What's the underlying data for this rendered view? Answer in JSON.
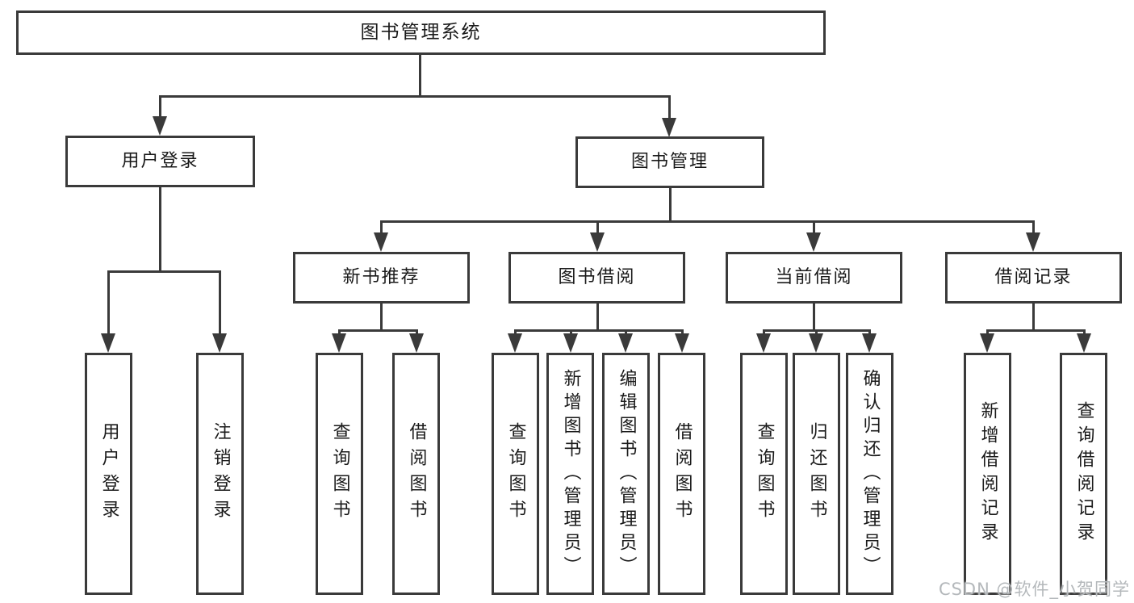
{
  "tree": {
    "root": {
      "label": "图书管理系统",
      "children": [
        {
          "label": "用户登录",
          "children": [
            {
              "label": "用户登录"
            },
            {
              "label": "注销登录"
            }
          ]
        },
        {
          "label": "图书管理",
          "children": [
            {
              "label": "新书推荐",
              "children": [
                {
                  "label": "查询图书"
                },
                {
                  "label": "借阅图书"
                }
              ]
            },
            {
              "label": "图书借阅",
              "children": [
                {
                  "label": "查询图书"
                },
                {
                  "label": "新增图书（管理员）"
                },
                {
                  "label": "编辑图书（管理员）"
                },
                {
                  "label": "借阅图书"
                }
              ]
            },
            {
              "label": "当前借阅",
              "children": [
                {
                  "label": "查询图书"
                },
                {
                  "label": "归还图书"
                },
                {
                  "label": "确认归还（管理员）"
                }
              ]
            },
            {
              "label": "借阅记录",
              "children": [
                {
                  "label": "新增借阅记录"
                },
                {
                  "label": "查询借阅记录"
                }
              ]
            }
          ]
        }
      ]
    }
  },
  "watermark": {
    "text": "CSDN @软件_小贺同学"
  },
  "colors": {
    "line": "#3a3a3a",
    "text": "#1a1a1a",
    "watermark": "#b4b8bb",
    "background": "#ffffff"
  }
}
